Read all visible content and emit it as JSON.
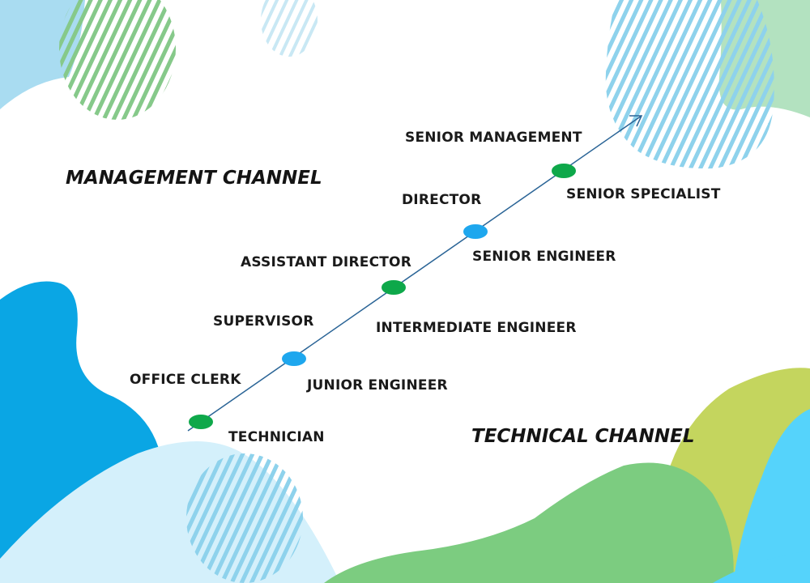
{
  "channels": {
    "management": "MANAGEMENT CHANNEL",
    "technical": "TECHNICAL CHANNEL"
  },
  "management_levels": [
    "OFFICE CLERK",
    "SUPERVISOR",
    "ASSISTANT DIRECTOR",
    "DIRECTOR",
    "SENIOR MANAGEMENT"
  ],
  "technical_levels": [
    "TECHNICIAN",
    "JUNIOR ENGINEER",
    "INTERMEDIATE ENGINEER",
    "SENIOR ENGINEER",
    "SENIOR SPECIALIST"
  ],
  "colors": {
    "arrow": "#2a6496",
    "node_green": "#0ea84a",
    "node_blue": "#1ea7ee",
    "blob_blue": "#0aa6e4",
    "blob_light_blue": "#cfeefa",
    "blob_cyan": "#55d3fb",
    "blob_green": "#7ccc80",
    "blob_lime": "#c4d55e",
    "hatch_green": "#86c98a",
    "hatch_blue": "#8ed2ec"
  }
}
